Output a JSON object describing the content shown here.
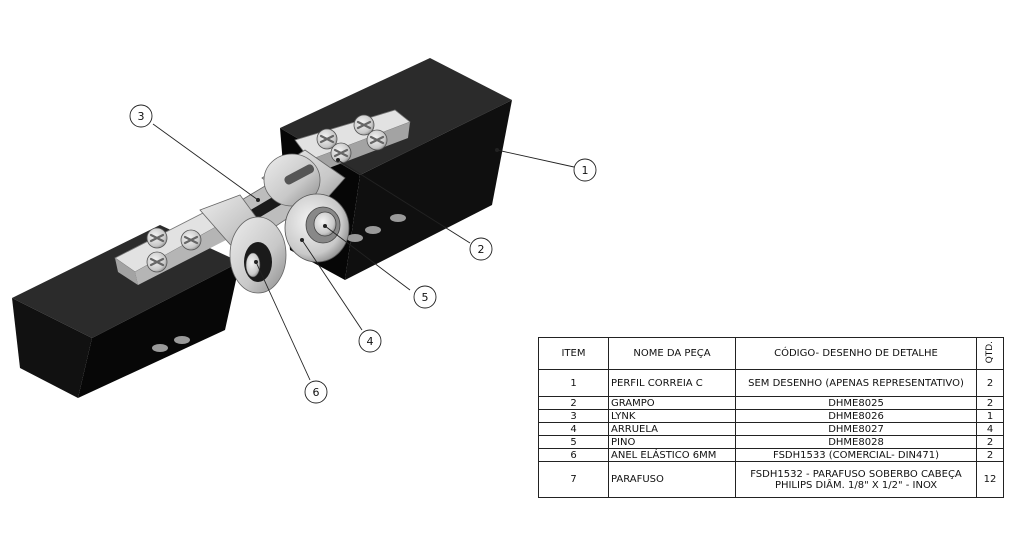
{
  "callouts": [
    {
      "num": "1",
      "target": "perfil-correia"
    },
    {
      "num": "2",
      "target": "grampo"
    },
    {
      "num": "3",
      "target": "lynk"
    },
    {
      "num": "4",
      "target": "arruela"
    },
    {
      "num": "5",
      "target": "pino"
    },
    {
      "num": "6",
      "target": "anel-elastico"
    }
  ],
  "bom": {
    "headers": [
      "ITEM",
      "NOME DA PEÇA",
      "CÓDIGO- DESENHO DE DETALHE",
      "QTD."
    ],
    "rows": [
      {
        "item": "1",
        "name": "PERFIL CORREIA C",
        "code": "SEM DESENHO (APENAS REPRESENTATIVO)",
        "qty": "2"
      },
      {
        "item": "2",
        "name": "GRAMPO",
        "code": "DHME8025",
        "qty": "2"
      },
      {
        "item": "3",
        "name": "LYNK",
        "code": "DHME8026",
        "qty": "1"
      },
      {
        "item": "4",
        "name": "ARRUELA",
        "code": "DHME8027",
        "qty": "4"
      },
      {
        "item": "5",
        "name": "PINO",
        "code": "DHME8028",
        "qty": "2"
      },
      {
        "item": "6",
        "name": "ANEL ELÁSTICO 6MM",
        "code": "FSDH1533  (COMERCIAL- DIN471)",
        "qty": "2"
      },
      {
        "item": "7",
        "name": "PARAFUSO",
        "code": "FSDH1532 - PARAFUSO SOBERBO CABEÇA PHILIPS DIÂM. 1/8\" X 1/2\" - INOX",
        "qty": "12"
      }
    ]
  },
  "colors": {
    "belt": "#0d0d0d",
    "belt_edge": "#2a2a2a",
    "metal_light": "#d9d9d9",
    "metal_mid": "#a8a8a8",
    "metal_dark": "#6e6e6e",
    "line": "#222222"
  }
}
